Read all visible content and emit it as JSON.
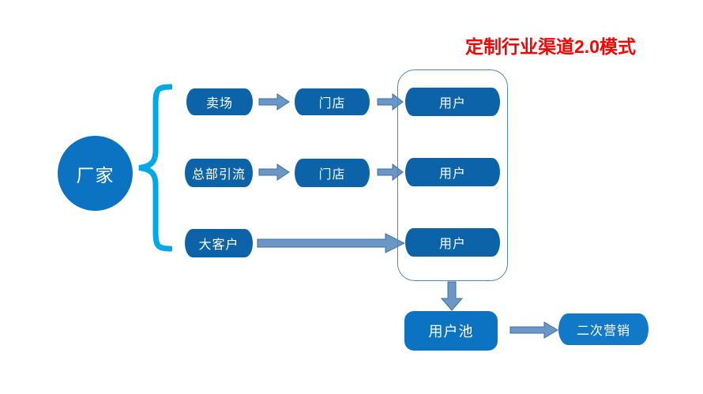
{
  "title": "定制行业渠道2.0模式",
  "theme": {
    "title_color": "#FF0000",
    "node_blue": "#0D63A8",
    "circle_blue": "#0C72C2",
    "bright_blue": "#1279C8",
    "brace_blue": "#00A8E8",
    "arrow_blue": "#4E86C0",
    "container_border": "#4E86C0",
    "background": "#FFFFFF"
  },
  "source": {
    "label": "厂家",
    "shape": "circle"
  },
  "channels": [
    {
      "label": "卖场",
      "shape": "cylinder"
    },
    {
      "label": "总部引流",
      "shape": "cylinder"
    },
    {
      "label": "大客户",
      "shape": "cylinder"
    }
  ],
  "stores": [
    {
      "label": "门店",
      "shape": "cylinder"
    },
    {
      "label": "门店",
      "shape": "cylinder"
    }
  ],
  "users": [
    {
      "label": "用户",
      "shape": "cylinder"
    },
    {
      "label": "用户",
      "shape": "cylinder"
    },
    {
      "label": "用户",
      "shape": "cylinder"
    }
  ],
  "pool": {
    "label": "用户池",
    "shape": "rounded-rect"
  },
  "remarketing": {
    "label": "二次营销",
    "shape": "cylinder"
  },
  "connectors": {
    "brace": "curly-brace",
    "maichang_to_mendian": "arrow-right",
    "zongbu_to_mendian": "arrow-right",
    "mendian1_to_user": "arrow-right",
    "mendian2_to_user": "arrow-right",
    "dakehu_to_user": "long-arrow-right",
    "users_to_pool": "arrow-down",
    "pool_to_remarketing": "arrow-right"
  }
}
